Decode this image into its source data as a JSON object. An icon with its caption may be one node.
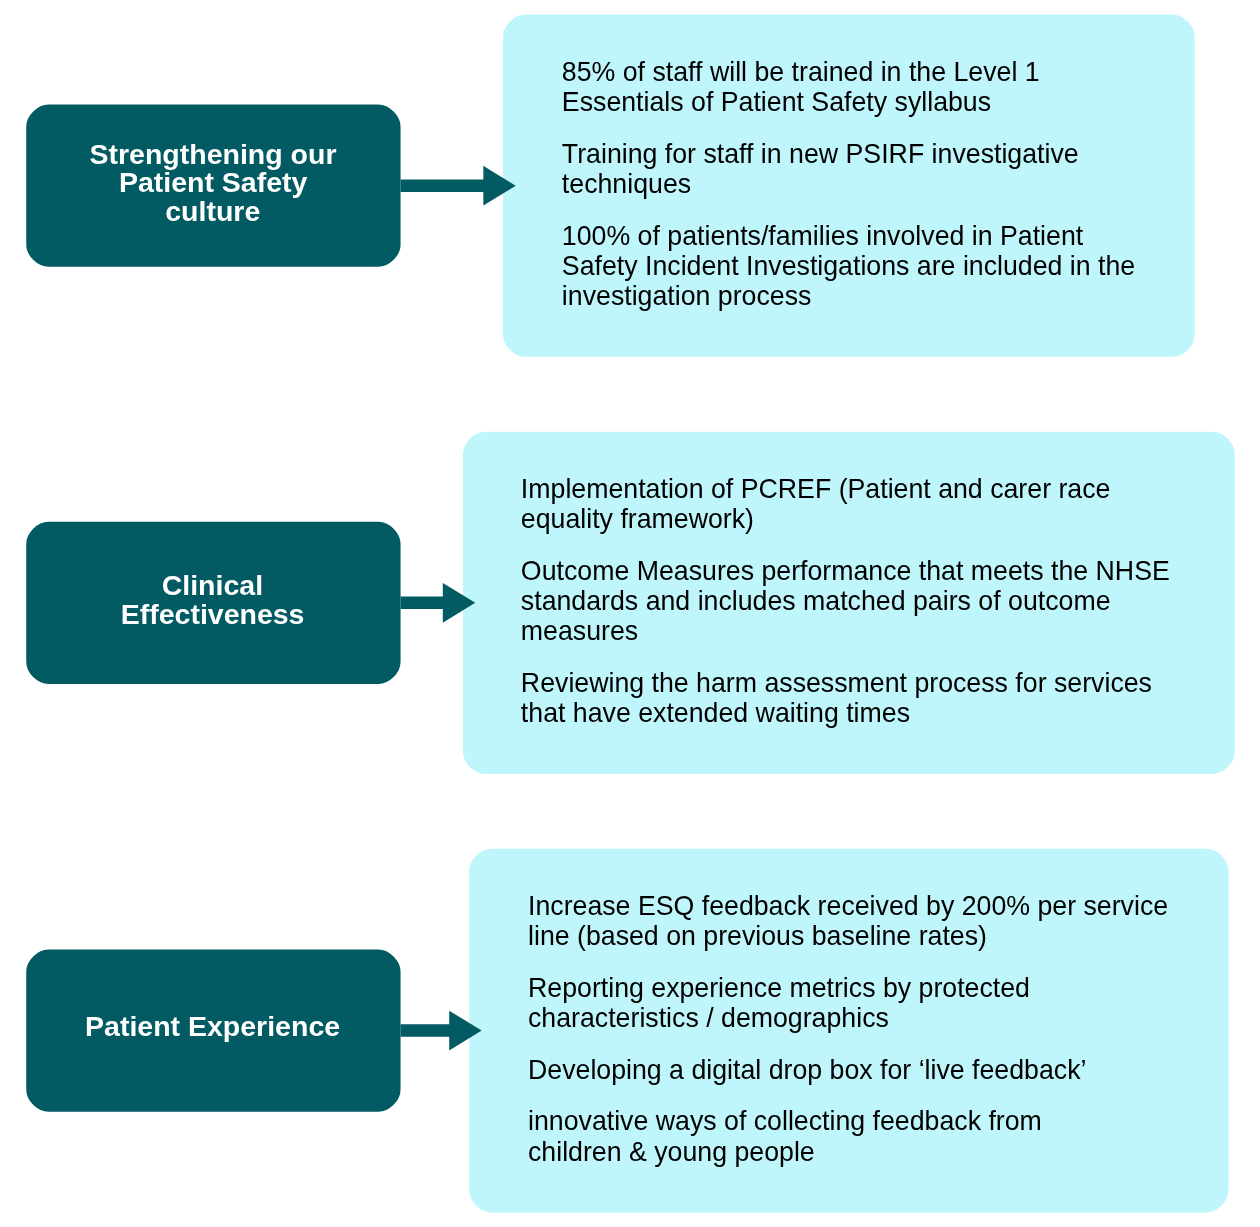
{
  "diagram": {
    "nodes": [
      {
        "text": [
          "Strengthening our Patient Safety culture"
        ]
      },
      {
        "text": [
          "85% of staff will be trained in the Level 1 Essentials of Patient Safety syllabus",
          "Training for staff in new PSIRF investigative techniques",
          "100% of patients/families involved in Patient Safety Incident Investigations are included in the investigation process"
        ]
      },
      {
        "text": [
          "Clinical Effectiveness"
        ]
      },
      {
        "text": [
          "Implementation of PCREF (Patient and carer race equality framework)",
          "Outcome Measures performance that meets the NHSE standards and includes matched pairs of outcome measures",
          "Reviewing the harm assessment process for services that have extended waiting times"
        ]
      },
      {
        "text": [
          "Patient Experience"
        ]
      },
      {
        "text": [
          "Increase ESQ feedback received by 200% per service line (based on previous baseline rates)",
          "Reporting experience metrics by protected characteristics / demographics",
          "Developing a digital drop box for ‘live feedback’",
          "innovative ways of collecting feedback from children & young people"
        ]
      }
    ],
    "edges": [
      {
        "from": 0,
        "to": 1,
        "arrow": "to"
      },
      {
        "from": 2,
        "to": 3,
        "arrow": "to"
      },
      {
        "from": 4,
        "to": 5,
        "arrow": "to"
      }
    ]
  }
}
